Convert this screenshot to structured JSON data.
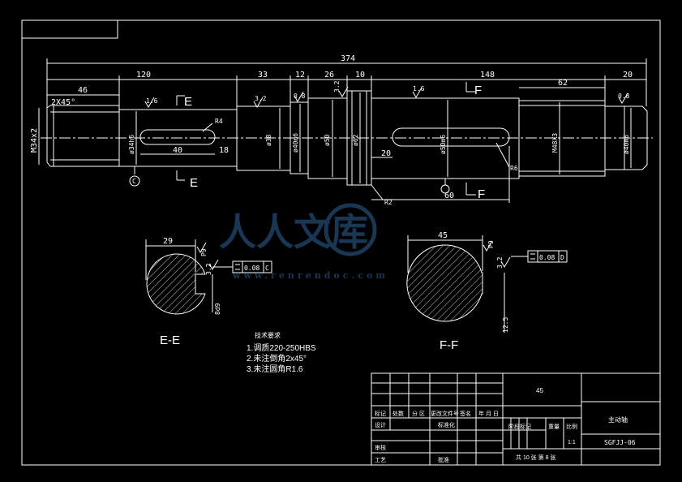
{
  "dimensions": {
    "overall": "374",
    "d120": "120",
    "d46": "46",
    "d33": "33",
    "d12": "12",
    "d26": "26",
    "d10": "10",
    "d148": "148",
    "d62": "62",
    "d20": "20",
    "d40": "40",
    "d18": "18",
    "d20b": "20",
    "d60": "60",
    "chamfer": "2X45°",
    "thread": "M34x2",
    "dia34": "ø34h6",
    "dia38": "ø38",
    "dia40a": "ø40m6",
    "dia50": "ø50",
    "dia62": "ø62",
    "dia50b": "ø50m6",
    "thread2": "M48X3",
    "dia40b": "ø40m6",
    "r4": "R4",
    "r6": "R6",
    "r2": "R2",
    "rough16a": "1.6",
    "rough32a": "3.2",
    "rough08a": "0.8",
    "rough32b": "3.2",
    "rough16b": "1.6",
    "rough08b": "0.8",
    "section_e": "E",
    "section_f": "F",
    "datum_c": "C"
  },
  "sections": {
    "ee_label": "E-E",
    "ee_width": "29",
    "ee_rough": "3.2",
    "ee_depth": "8d9",
    "ee_key": "P9",
    "ee_tol": "0.08",
    "ee_datum": "C",
    "ff_label": "F-F",
    "ff_width": "45",
    "ff_rough": "3.2",
    "ff_depth": "12.5",
    "ff_key": "P9",
    "ff_tol": "0.08",
    "ff_datum": "D"
  },
  "notes": {
    "title": "技术要求",
    "line1": "1.调质220-250HBS",
    "line2": "2.未注倒角2x45°",
    "line3": "3.未注圆角R1.6"
  },
  "title_block": {
    "material": "45",
    "part_name": "主动轴",
    "drawing_no": "SGFJJ-06",
    "scale": "1:1",
    "sheets": "共 10 张  第 8 张",
    "h_mark": "标记",
    "h_count": "处数",
    "h_zone": "分 区",
    "h_docno": "更改文件号",
    "h_sign": "签名",
    "h_date": "年 月 日",
    "h_design": "设计",
    "h_std": "标准化",
    "h_stage": "阶段标记",
    "h_weight": "重量",
    "h_scale": "比例",
    "h_check": "审核",
    "h_process": "工艺",
    "h_approve": "批准"
  },
  "watermark": {
    "brand": "人人文库",
    "url": "www.renrendoc.com"
  }
}
